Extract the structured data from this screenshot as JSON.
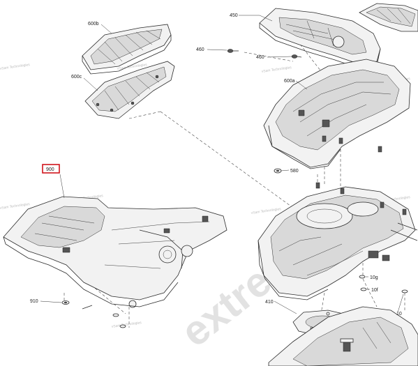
{
  "watermark": {
    "brand": "extremefe",
    "note": "vSam Technologies"
  },
  "labels": {
    "p450": "450",
    "p460a": "460",
    "p460b": "460",
    "p600b": "600b",
    "p600c": "600c",
    "p600a": "600a",
    "p900": "900",
    "p580": "580",
    "p910": "910",
    "p410": "410",
    "p10g": "10g",
    "p10f": "10f",
    "p10": "10"
  },
  "highlight": {
    "color": "#d0141c",
    "target": "900"
  }
}
